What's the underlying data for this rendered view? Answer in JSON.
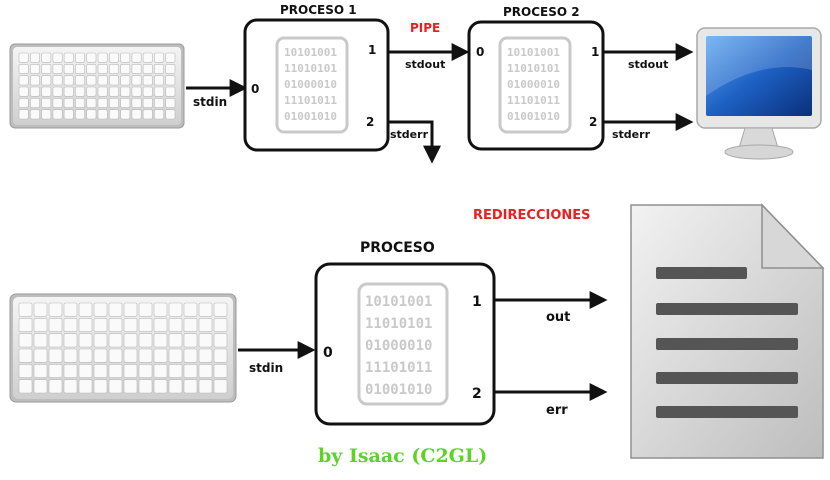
{
  "top": {
    "process1_title": "PROCESO 1",
    "process2_title": "PROCESO 2",
    "pipe_label": "PIPE",
    "stdin": "stdin",
    "stdout1": "stdout",
    "stderr1": "stderr",
    "stdout2": "stdout",
    "stderr2": "stderr",
    "fd0": "0",
    "fd1": "1",
    "fd2": "2"
  },
  "bottom": {
    "redirect_label": "REDIRECCIONES",
    "process_title": "PROCESO",
    "stdin": "stdin",
    "out": "out",
    "err": "err",
    "fd0": "0",
    "fd1": "1",
    "fd2": "2"
  },
  "binary_lines": [
    "10101001",
    "11010101",
    "01000010",
    "11101011",
    "01001010"
  ],
  "credit": "by Isaac (C2GL)",
  "colors": {
    "title_red": "#e8201f",
    "credit_green": "#5fd12a",
    "box_border": "#111111",
    "binary_gray": "#c9c9c9"
  },
  "icons": [
    "keyboard-icon",
    "monitor-icon",
    "document-icon"
  ]
}
